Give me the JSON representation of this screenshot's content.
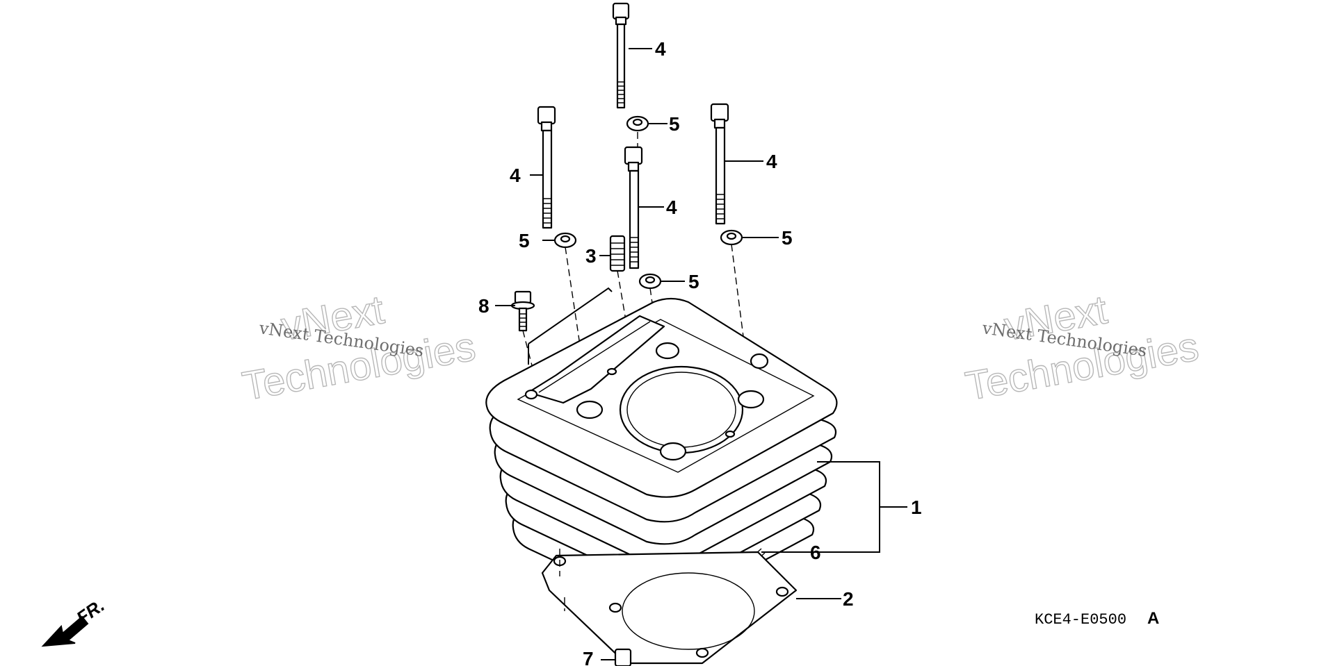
{
  "diagram": {
    "code": "KCE4-E0500",
    "code_suffix": "A",
    "front_label": "FR.",
    "watermarks": [
      {
        "line1": "vNext",
        "line2": "Technologies",
        "small": "vNext Technologies"
      },
      {
        "line1": "vNext",
        "line2": "Technologies",
        "small": "vNext Technologies"
      }
    ],
    "callouts": {
      "c4_top": "4",
      "c5_top": "5",
      "c4_left": "4",
      "c5_left": "5",
      "c4_mid": "4",
      "c5_mid": "5",
      "c4_right": "4",
      "c5_right": "5",
      "c3": "3",
      "c8": "8",
      "c1": "1",
      "c6": "6",
      "c2": "2",
      "c7": "7"
    }
  }
}
